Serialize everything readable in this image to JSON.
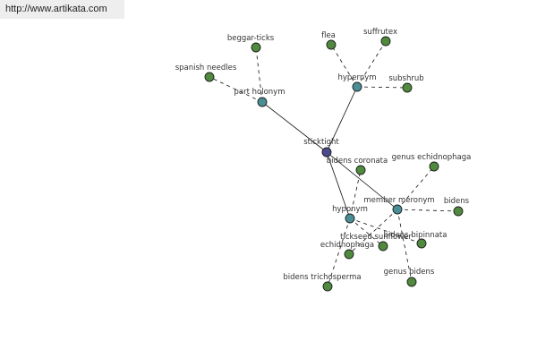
{
  "header": {
    "url": "http://www.artikata.com"
  },
  "colors": {
    "center": "#4b4a8e",
    "relation": "#4a8f96",
    "leaf": "#4f8a3e",
    "edge": "#111111"
  },
  "graph": {
    "nodes": [
      {
        "id": "sticktight",
        "label": "sticktight",
        "kind": "center"
      },
      {
        "id": "part-holonym",
        "label": "part holonym",
        "kind": "relation"
      },
      {
        "id": "hypernym",
        "label": "hypernym",
        "kind": "relation"
      },
      {
        "id": "hyponym",
        "label": "hyponym",
        "kind": "relation"
      },
      {
        "id": "member-meronym",
        "label": "member meronym",
        "kind": "relation"
      },
      {
        "id": "beggar-ticks",
        "label": "beggar-ticks",
        "kind": "leaf"
      },
      {
        "id": "spanish-needles",
        "label": "spanish needles",
        "kind": "leaf"
      },
      {
        "id": "flea",
        "label": "flea",
        "kind": "leaf"
      },
      {
        "id": "suffrutex",
        "label": "suffrutex",
        "kind": "leaf"
      },
      {
        "id": "subshrub",
        "label": "subshrub",
        "kind": "leaf"
      },
      {
        "id": "bidens-coronata",
        "label": "bidens coronata",
        "kind": "leaf"
      },
      {
        "id": "genus-echidnophaga",
        "label": "genus echidnophaga",
        "kind": "leaf"
      },
      {
        "id": "bidens",
        "label": "bidens",
        "kind": "leaf"
      },
      {
        "id": "tickseed-sunflower",
        "label": "tickseed sunflower",
        "kind": "leaf"
      },
      {
        "id": "bidens-bipinnata",
        "label": "bidens bipinnata",
        "kind": "leaf"
      },
      {
        "id": "echidnophaga",
        "label": "echidnophaga",
        "kind": "leaf"
      },
      {
        "id": "genus-bidens",
        "label": "genus bidens",
        "kind": "leaf"
      },
      {
        "id": "bidens-trichosperma",
        "label": "bidens trichosperma",
        "kind": "leaf"
      }
    ],
    "edges": [
      {
        "from": "sticktight",
        "to": "part-holonym",
        "style": "solid"
      },
      {
        "from": "sticktight",
        "to": "hypernym",
        "style": "solid"
      },
      {
        "from": "sticktight",
        "to": "hyponym",
        "style": "solid"
      },
      {
        "from": "sticktight",
        "to": "member-meronym",
        "style": "solid"
      },
      {
        "from": "part-holonym",
        "to": "beggar-ticks",
        "style": "dashed"
      },
      {
        "from": "part-holonym",
        "to": "spanish-needles",
        "style": "dashed"
      },
      {
        "from": "hypernym",
        "to": "flea",
        "style": "dashed"
      },
      {
        "from": "hypernym",
        "to": "suffrutex",
        "style": "dashed"
      },
      {
        "from": "hypernym",
        "to": "subshrub",
        "style": "dashed"
      },
      {
        "from": "hyponym",
        "to": "bidens-coronata",
        "style": "dashed"
      },
      {
        "from": "hyponym",
        "to": "tickseed-sunflower",
        "style": "dashed"
      },
      {
        "from": "hyponym",
        "to": "bidens-bipinnata",
        "style": "dashed"
      },
      {
        "from": "hyponym",
        "to": "bidens-trichosperma",
        "style": "dashed"
      },
      {
        "from": "member-meronym",
        "to": "genus-echidnophaga",
        "style": "dashed"
      },
      {
        "from": "member-meronym",
        "to": "bidens",
        "style": "dashed"
      },
      {
        "from": "member-meronym",
        "to": "echidnophaga",
        "style": "dashed"
      },
      {
        "from": "member-meronym",
        "to": "genus-bidens",
        "style": "dashed"
      }
    ]
  }
}
